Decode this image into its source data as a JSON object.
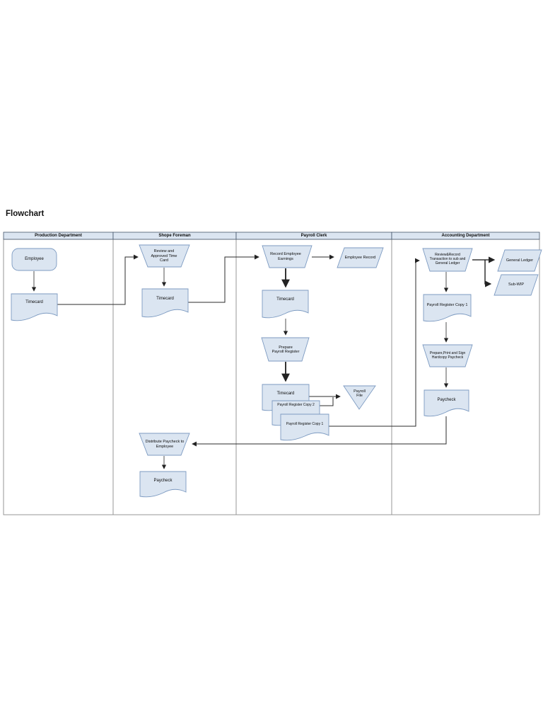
{
  "title": "Flowchart",
  "lanes": [
    {
      "label": "Production Department"
    },
    {
      "label": "Shope Foreman"
    },
    {
      "label": "Payroll Clerk"
    },
    {
      "label": "Accounting Department"
    }
  ],
  "nodes": {
    "employee": "Employee",
    "timecard_production": "Timecard",
    "review_approved_time_card": "Review and\nApproved Time\nCard",
    "timecard_foreman": "Timecard",
    "distribute_paycheck_to_employee": "Distribute Paycheck to\nEmployee",
    "paycheck_foreman": "Paycheck",
    "record_employee_earnings": "Record Employee\nEarnings",
    "employee_record": "Employee Record",
    "timecard_payroll_clerk": "Timecard",
    "prepare_payroll_register": "Prepare\nPayroll Register",
    "timecard_stacked": "Timecard",
    "payroll_register_copy_2": "Payroll Register Copy 2",
    "payroll_register_copy_1_clerk": "Payroll Register Copy 1",
    "payroll_file": "Payroll\nFile",
    "review_record_transaction": "Review&Record\nTransaction to sub and\nGeneral Ledger",
    "general_ledger": "General Ledger",
    "sub_wip": "Sub-WIP",
    "payroll_register_copy_1_accounting": "Payroll Register Copy 1",
    "prepare_print_sign_paycheck": "Prepare,Print and Sign\nHardcopy Paycheck",
    "paycheck_accounting": "Paycheck"
  },
  "colors": {
    "shape_fill": "#dbe5f1",
    "shape_border": "#7c9ac1",
    "header_fill": "#dbe5f1",
    "header_border": "#44546a",
    "lane_border": "#8c8c8c",
    "connector": "#333333"
  }
}
